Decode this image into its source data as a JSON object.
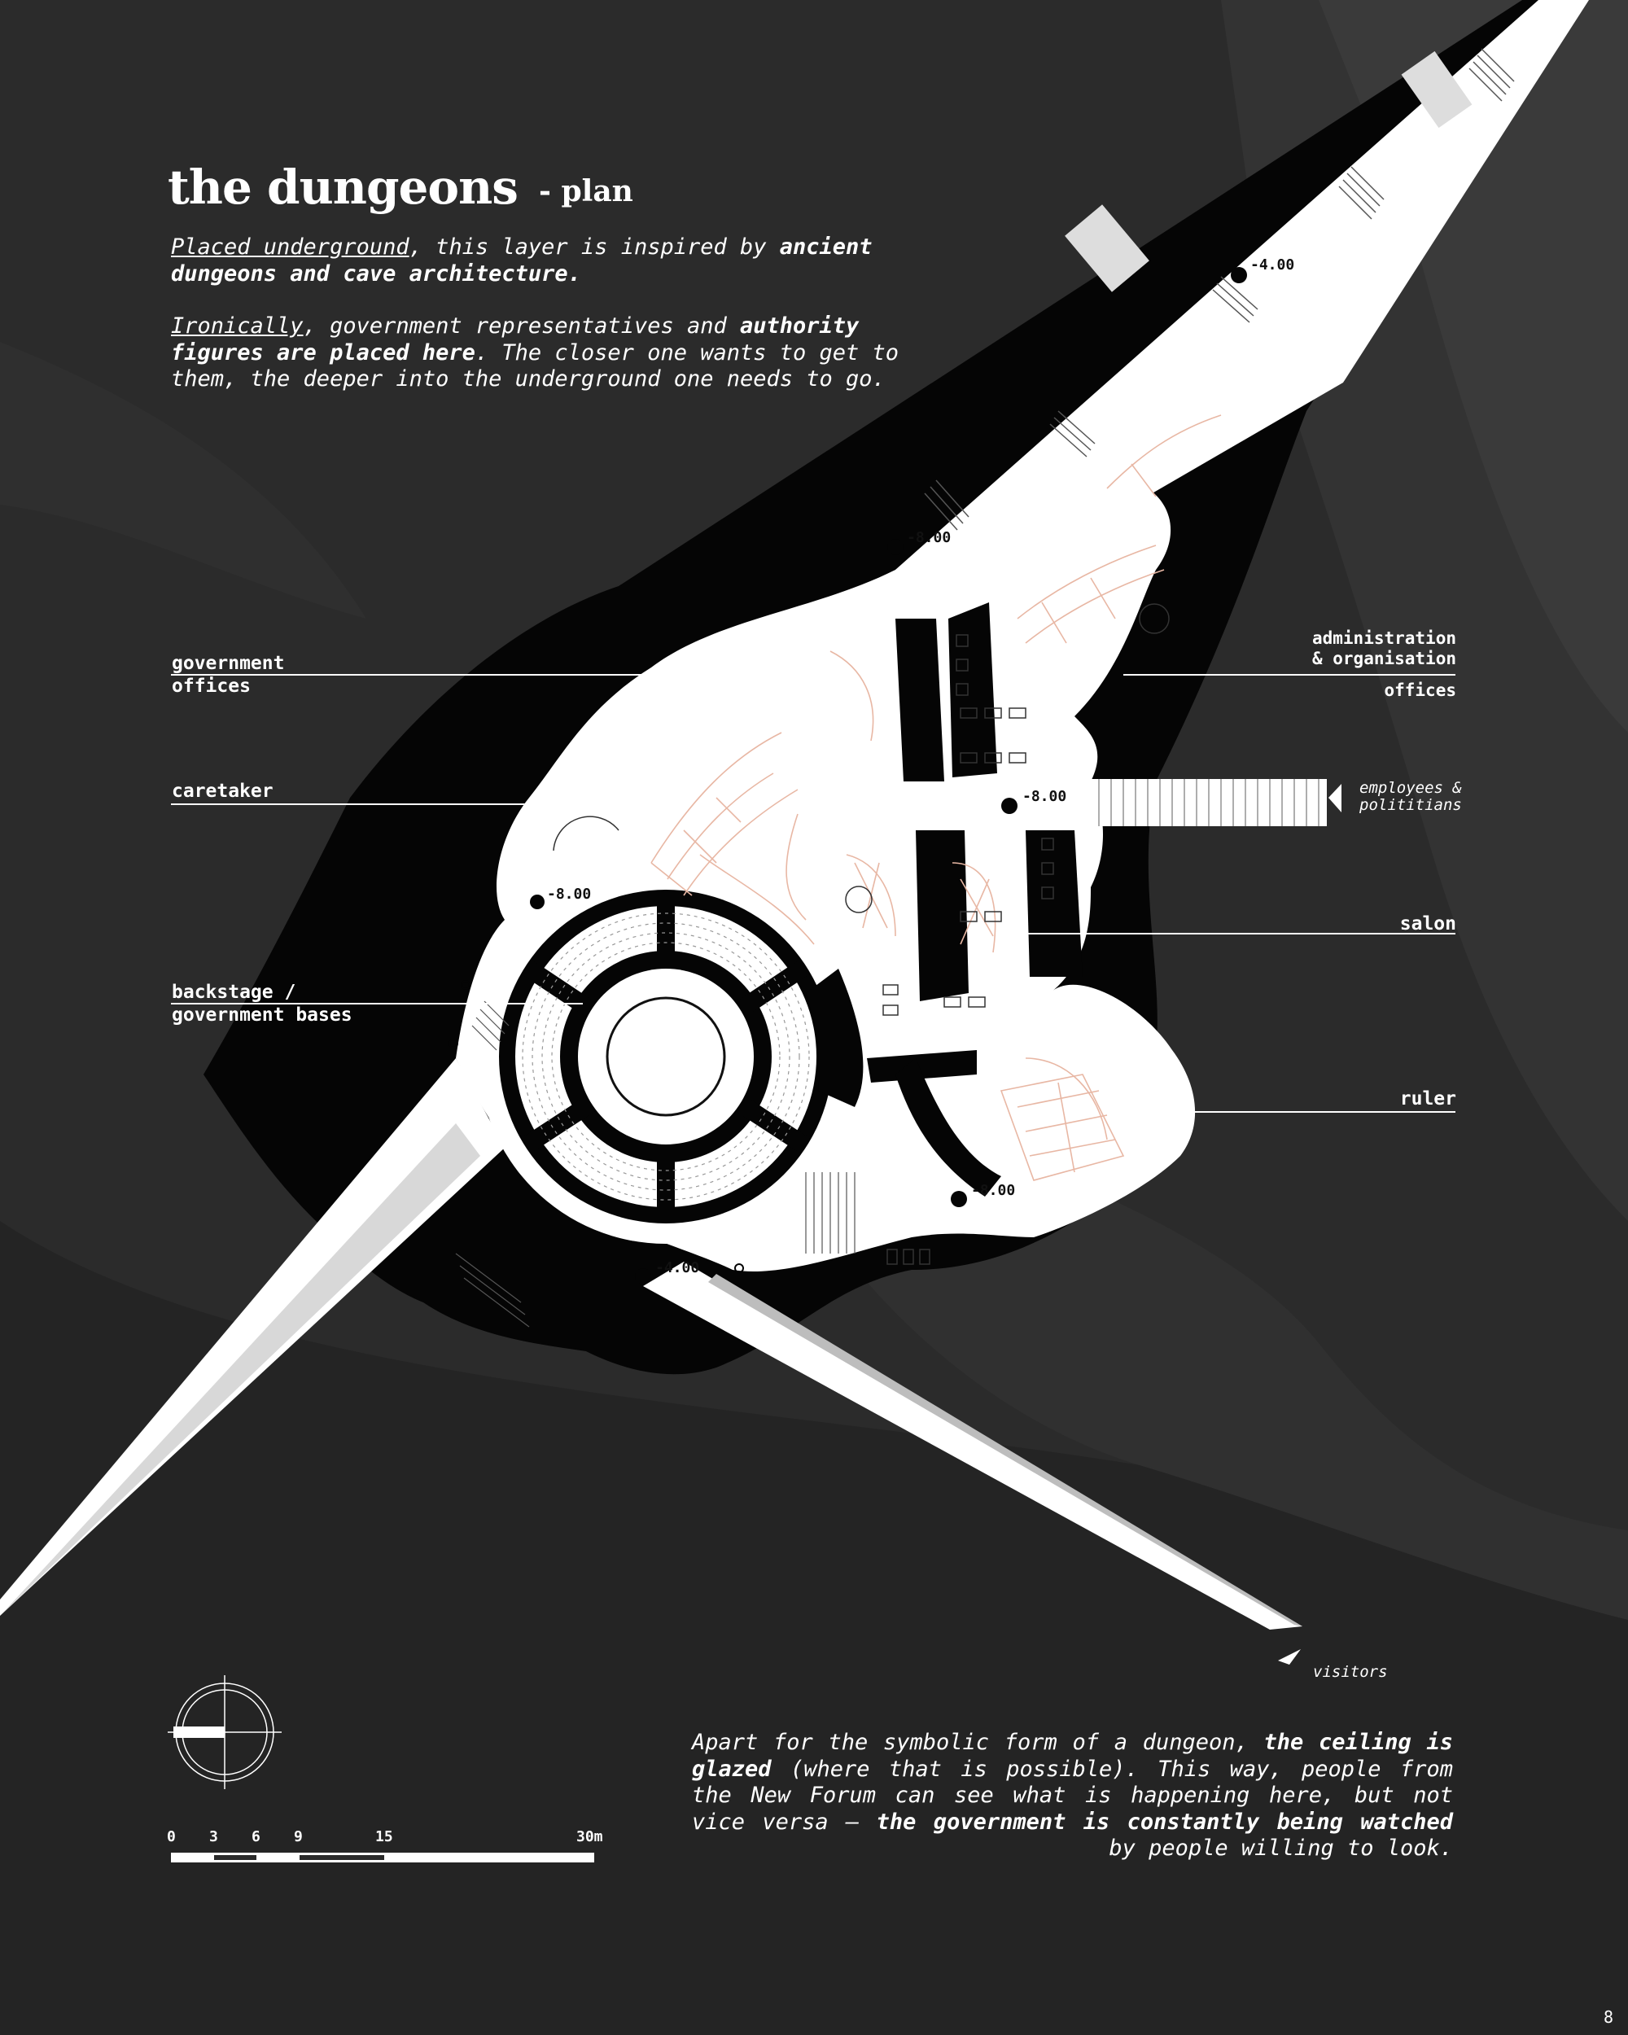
{
  "header": {
    "title": "the dungeons",
    "subtitle": "- plan"
  },
  "intro": {
    "p1": {
      "u1": "Placed underground",
      "t1": ", this layer is inspired by ",
      "b1": "ancient dungeons and cave architecture."
    },
    "p2": {
      "u1": "Ironically",
      "t1": ", government representatives and ",
      "b1": "authority figures are placed here",
      "t2": ". The closer one wants to get to them, the deeper into the underground one needs to go."
    }
  },
  "labels": {
    "government_offices": [
      "government",
      "offices"
    ],
    "caretaker": "caretaker",
    "backstage": [
      "backstage /",
      "government bases"
    ],
    "administration": [
      "administration",
      "& organisation"
    ],
    "administration_offices": "offices",
    "salon": "salon",
    "ruler": "ruler"
  },
  "notes": {
    "employees": [
      "employees &",
      "polititians"
    ],
    "visitors": "visitors"
  },
  "elevations": {
    "e1": "-4.00",
    "e2": "-8.00",
    "e3": "-8.00",
    "e4": "-8.00",
    "e5": "-8.00",
    "e6": "-4.00"
  },
  "scale": {
    "ticks": [
      "0",
      "3",
      "6",
      "9",
      "15",
      "30m"
    ]
  },
  "closing": {
    "t1": "Apart for the symbolic form of a dungeon, ",
    "b1": "the ceiling is glazed",
    "t2": " (where that is possible). This way, people from the New Forum can see what is happening here, but not vice versa – ",
    "b2": "the government is constantly being watched",
    "t3": " by people willing to look."
  },
  "page_number": "8",
  "colors": {
    "background": "#2a2a2a",
    "ground_dark": "#202020",
    "void": "#000000",
    "floor": "#ffffff",
    "furniture_lines": "#e8b7a4"
  }
}
